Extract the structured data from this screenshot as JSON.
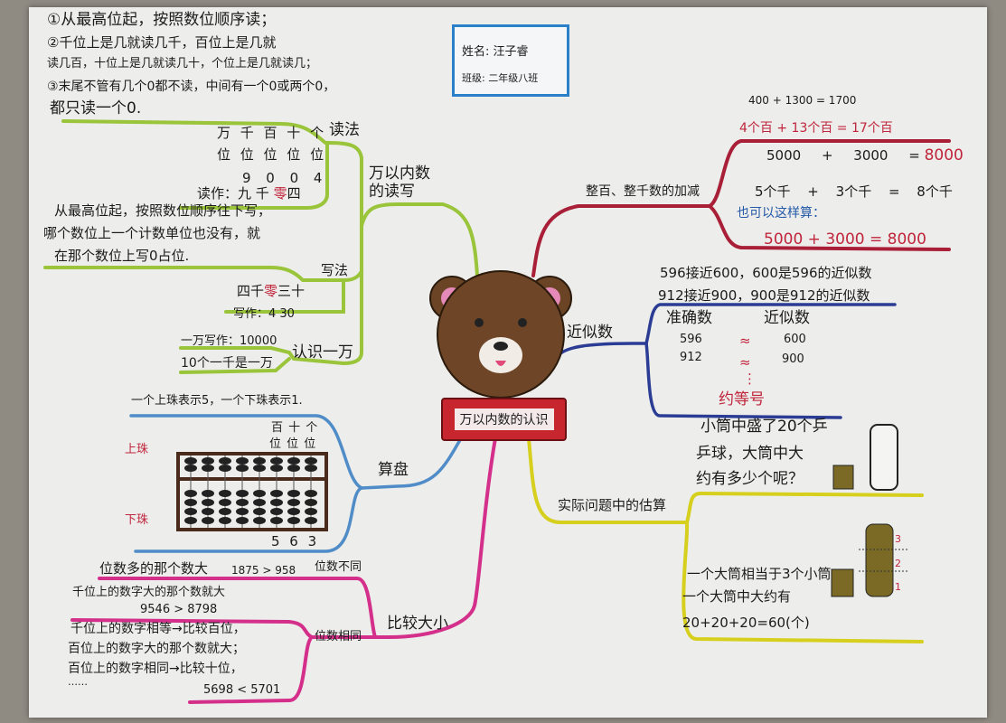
{
  "center_title": "万以内数的认识",
  "name_card": {
    "name_label": "姓名:",
    "name": "汪子睿",
    "class_label": "班级:",
    "class": "二年级八班"
  },
  "reading_writing": {
    "title": "万以内数的读写",
    "reading": {
      "label": "读法",
      "rules": [
        "①从最高位起，按照数位顺序读；",
        "②千位上是几就读几千，百位上是几就",
        "读几百，十位上是几就读几十，个位上是几就读几；",
        "③末尾不管有几个0都不读，中间有一个0或两个0，",
        "都只读一个0."
      ],
      "places_1": "万 千 百 十 个",
      "places_2": "位 位 位 位 位",
      "digits": "9 0 0 4",
      "read_as_label": "读作：",
      "read_as": "九 千",
      "read_zero": "零",
      "read_four": "四"
    },
    "writing": {
      "label": "写法",
      "rules": [
        "从最高位起，按照数位顺序往下写，",
        "哪个数位上一个计数单位也没有，就",
        "在那个数位上写0占位."
      ],
      "example_a": "四千",
      "example_zero": "零",
      "example_b": "三十",
      "write_as": "写作：4 30"
    },
    "ten_thousand": {
      "label": "认识一万",
      "items": [
        "一万写作：10000",
        "10个一千是一万"
      ]
    }
  },
  "abacus": {
    "label": "算盘",
    "note": "一个上珠表示5，一个下珠表示1.",
    "places_1": "百 十 个",
    "places_2": "位 位 位",
    "upper_bead": "上珠",
    "lower_bead": "下珠",
    "value": "5 6 3"
  },
  "compare": {
    "label": "比较大小",
    "diff_digits": {
      "label": "位数不同",
      "text": "位数多的那个数大",
      "example": "1875 > 958"
    },
    "same_digits": {
      "label": "位数相同",
      "lines_a": [
        "千位上的数字大的那个数就大",
        "9546 > 8798"
      ],
      "lines_b": [
        "千位上的数字相等→比较百位，",
        "百位上的数字大的那个数就大；",
        "百位上的数字相同→比较十位，",
        "……",
        "5698 < 5701"
      ]
    }
  },
  "add_sub": {
    "label": "整百、整千数的加减",
    "eq1": "400 + 1300 = 1700",
    "eq2": "4个百 + 13个百 = 17个百",
    "eq3": "5000 + 3000 =",
    "eq3_result": "8000",
    "eq4": "5个千 + 3个千 = 8个千",
    "also": "也可以这样算：",
    "eq5": "5000 + 3000 = 8000"
  },
  "approx": {
    "label": "近似数",
    "lines": [
      "596接近600，600是596的近似数",
      "912接近900，900是912的近似数"
    ],
    "col_exact": "准确数",
    "col_approx": "近似数",
    "rows": [
      {
        "exact": "596",
        "sym": "≈",
        "approx": "600"
      },
      {
        "exact": "912",
        "sym": "≈",
        "approx": "900"
      }
    ],
    "dots": "⋮",
    "symbol_name": "约等号"
  },
  "estimation": {
    "label": "实际问题中的估算",
    "question": [
      "小筒中盛了20个乒",
      "乒球，大筒中大",
      "约有多少个呢？"
    ],
    "answer": [
      "一个大筒相当于3个小筒",
      "一个大筒中大约有",
      "20+20+20=60(个)"
    ],
    "marks": [
      "3",
      "2",
      "1"
    ]
  },
  "colors": {
    "green": "#9ac43a",
    "red": "#a81f37",
    "navy": "#2b3c94",
    "yellow": "#d6cf1e",
    "lightblue": "#4f8cc8",
    "pink": "#d42f8a"
  }
}
